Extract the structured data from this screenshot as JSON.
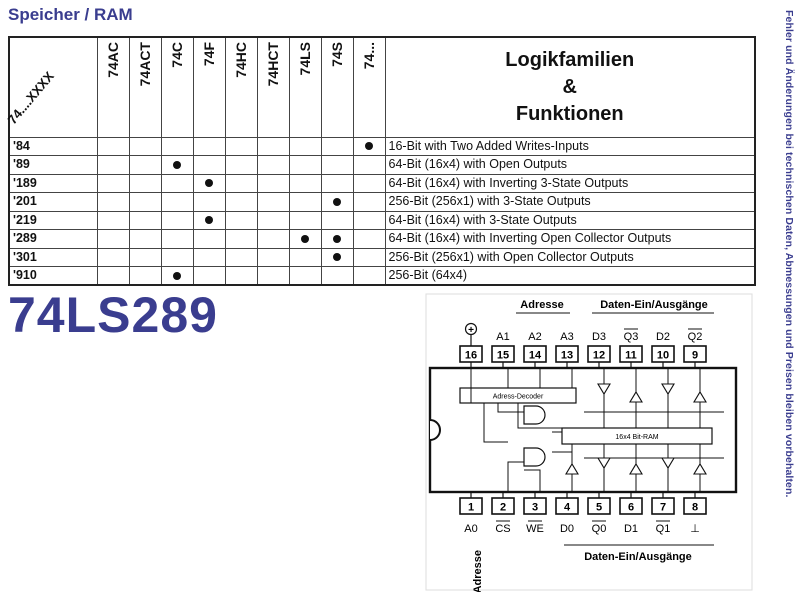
{
  "title": "Speicher / RAM",
  "side_note": "Fehler und Änderungen bei technischen Daten, Abmessungen und Preisen bleiben vorbehalten.",
  "part_number": "74LS289",
  "table": {
    "corner": "74....XXXX",
    "families": [
      "74AC",
      "74ACT",
      "74C",
      "74F",
      "74HC",
      "74HCT",
      "74LS",
      "74S",
      "74..."
    ],
    "func_header": [
      "Logikfamilien",
      "&",
      "Funktionen"
    ],
    "rows": [
      {
        "code": "'84",
        "marks": [
          8
        ],
        "desc": "16-Bit with Two Added Writes-Inputs"
      },
      {
        "code": "'89",
        "marks": [
          2
        ],
        "desc": "64-Bit (16x4) with Open Outputs"
      },
      {
        "code": "'189",
        "marks": [
          3
        ],
        "desc": "64-Bit (16x4) with Inverting 3-State Outputs"
      },
      {
        "code": "'201",
        "marks": [
          7
        ],
        "desc": "256-Bit (256x1) with 3-State Outputs"
      },
      {
        "code": "'219",
        "marks": [
          3
        ],
        "desc": "64-Bit (16x4) with 3-State Outputs"
      },
      {
        "code": "'289",
        "marks": [
          6,
          7
        ],
        "desc": "64-Bit (16x4) with Inverting Open Collector Outputs"
      },
      {
        "code": "'301",
        "marks": [
          7
        ],
        "desc": "256-Bit (256x1) with Open Collector Outputs"
      },
      {
        "code": "'910",
        "marks": [
          2
        ],
        "desc": "256-Bit (64x4)"
      }
    ]
  },
  "diagram": {
    "top_group_left": "Adresse",
    "top_group_right": "Daten-Ein/Ausgänge",
    "bottom_group": "Daten-Ein/Ausgänge",
    "bottom_vertical": "Adresse",
    "vcc_symbol": "+",
    "decoder_label": "Adress-Decoder",
    "ram_label": "16x4 Bit-RAM",
    "top_pins": [
      "16",
      "15",
      "14",
      "13",
      "12",
      "11",
      "10",
      "9"
    ],
    "top_signals": [
      "",
      "A1",
      "A2",
      "A3",
      "D3",
      "Q3",
      "D2",
      "Q2"
    ],
    "bottom_pins": [
      "1",
      "2",
      "3",
      "4",
      "5",
      "6",
      "7",
      "8"
    ],
    "bottom_signals": [
      "A0",
      "CS",
      "WE",
      "D0",
      "Q0",
      "D1",
      "Q1",
      "⊥"
    ]
  }
}
